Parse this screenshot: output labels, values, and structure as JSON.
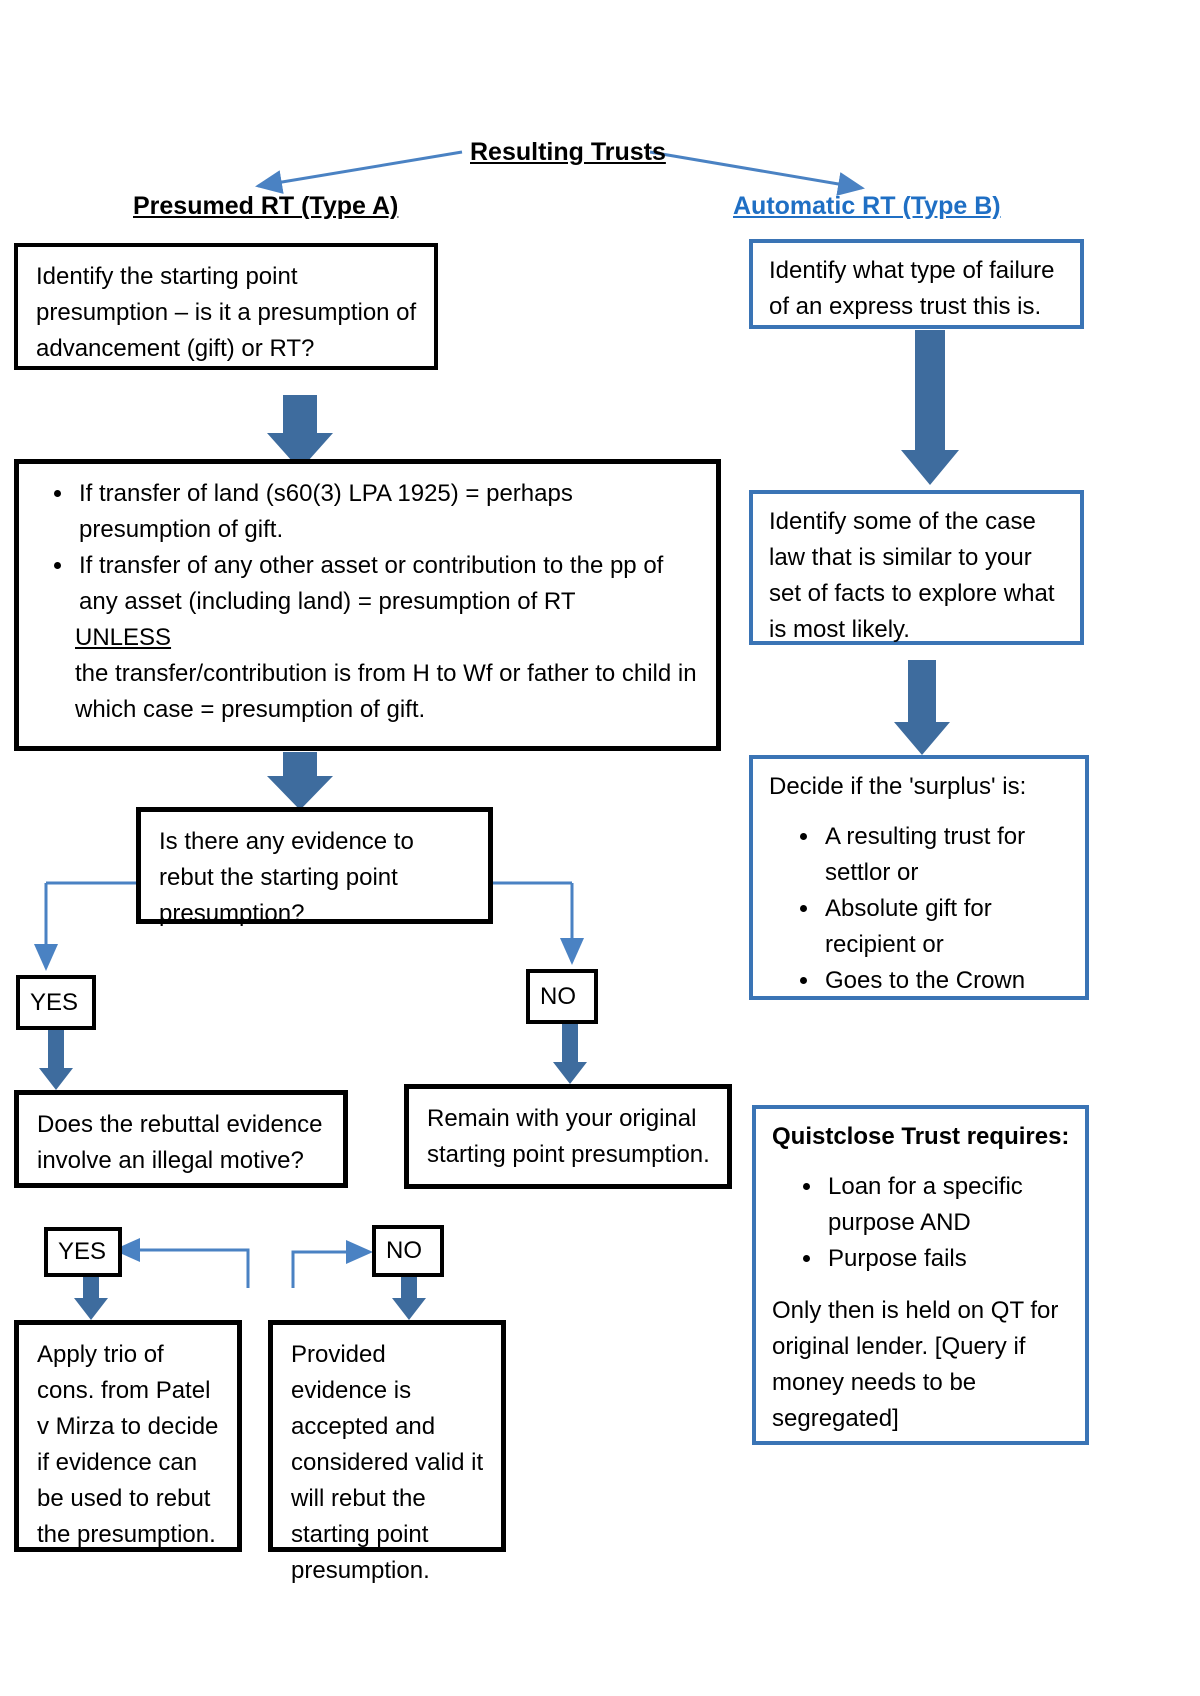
{
  "diagram": {
    "title": "Resulting Trusts",
    "branches": {
      "left_label": "Presumed RT (Type A)",
      "right_label": "Automatic RT (Type B)"
    },
    "colors": {
      "accent_blue": "#3A74B5",
      "link_blue": "#1F6FC4",
      "arrow_fill": "#3E6C9E",
      "border_black": "#000000",
      "background": "#FFFFFF"
    }
  },
  "left_column": {
    "step1": {
      "text": "Identify the starting point presumption – is it a presumption of advancement (gift) or RT?"
    },
    "step2": {
      "bullets": [
        "If transfer of land (s60(3) LPA 1925)  = perhaps presumption of gift.",
        "If transfer of any other asset or contribution to the pp of any asset (including land) = presumption of RT"
      ],
      "unless_label": "UNLESS",
      "unless_text": "the transfer/contribution is from H to Wf or father to child in which case = presumption of gift."
    },
    "step3": {
      "text": "Is there any evidence to rebut the starting point presumption?"
    },
    "yes1": "YES",
    "no1": "NO",
    "step4_yes": {
      "text": "Does the rebuttal evidence involve an illegal motive?"
    },
    "step4_no": {
      "text": "Remain with your original starting point presumption."
    },
    "yes2": "YES",
    "no2": "NO",
    "step5_yes": {
      "text": "Apply trio of cons. from Patel v Mirza to decide if evidence can be used to rebut the presumption."
    },
    "step5_no": {
      "text": "Provided evidence is accepted and considered valid it will rebut the starting point presumption."
    }
  },
  "right_column": {
    "step1": {
      "text": "Identify what type of failure of an express trust this is."
    },
    "step2": {
      "text": "Identify some of the case law that is similar to your set of facts to explore what is most likely."
    },
    "step3": {
      "lead": "Decide if the 'surplus' is:",
      "bullets": [
        "A resulting trust for settlor or",
        "Absolute gift for recipient or",
        "Goes to the Crown"
      ]
    },
    "quistclose": {
      "title": "Quistclose Trust requires:",
      "bullets": [
        "Loan for a specific purpose AND",
        "Purpose fails"
      ],
      "footer": "Only then is held on QT for original lender. [Query if money needs to be segregated]"
    }
  }
}
